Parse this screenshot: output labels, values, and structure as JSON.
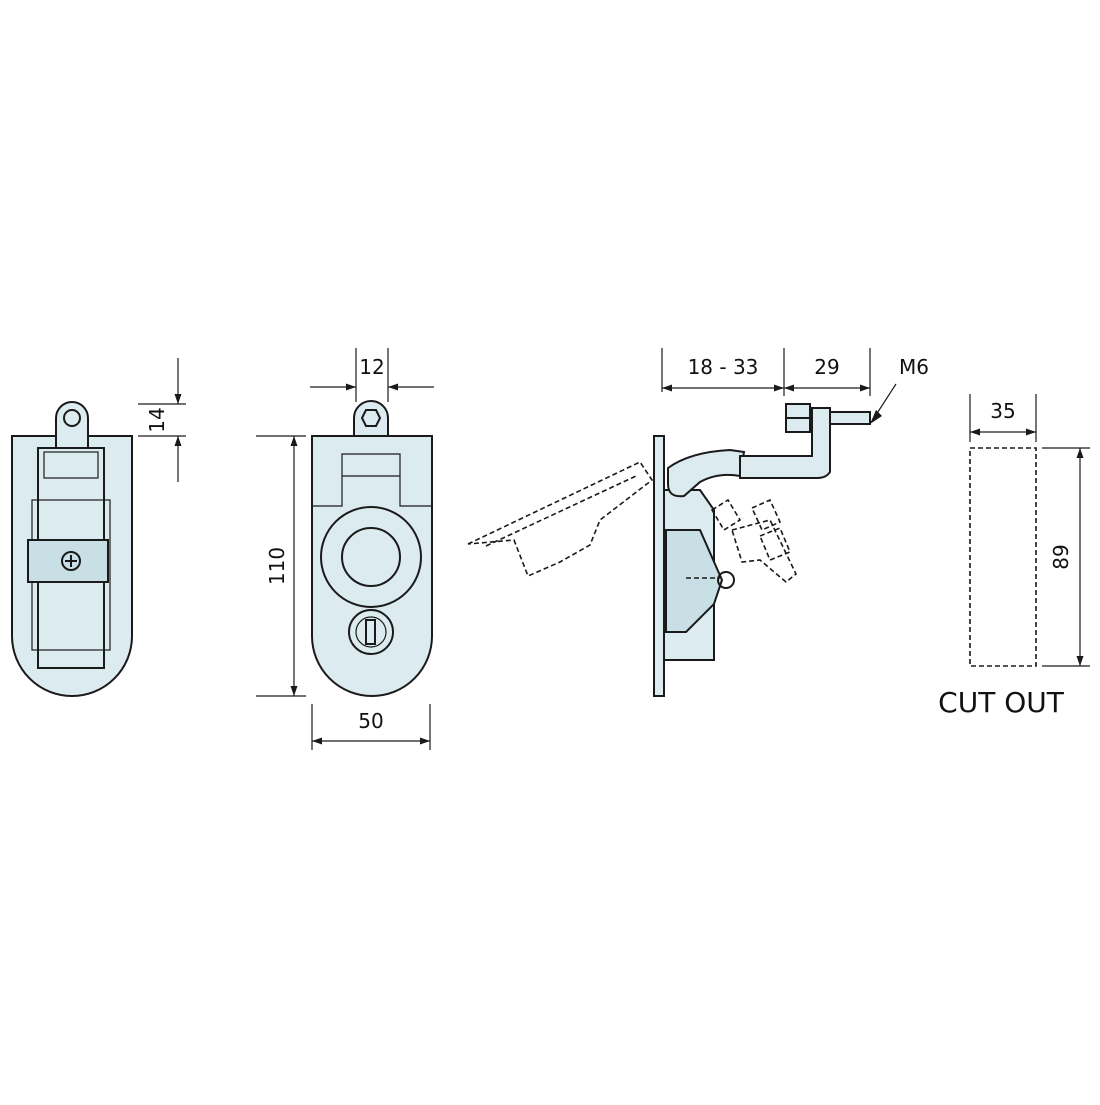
{
  "dimensions": {
    "handle_offset": "14",
    "top_tab": "12",
    "height": "110",
    "width": "50",
    "adjust_range": "18 - 33",
    "bolt_reach": "29",
    "thread": "M6",
    "cutout_width": "35",
    "cutout_height": "89"
  },
  "cutout_label": "CUT OUT",
  "colors": {
    "part_fill": "#dcebf0",
    "line": "#1a1a1a"
  }
}
